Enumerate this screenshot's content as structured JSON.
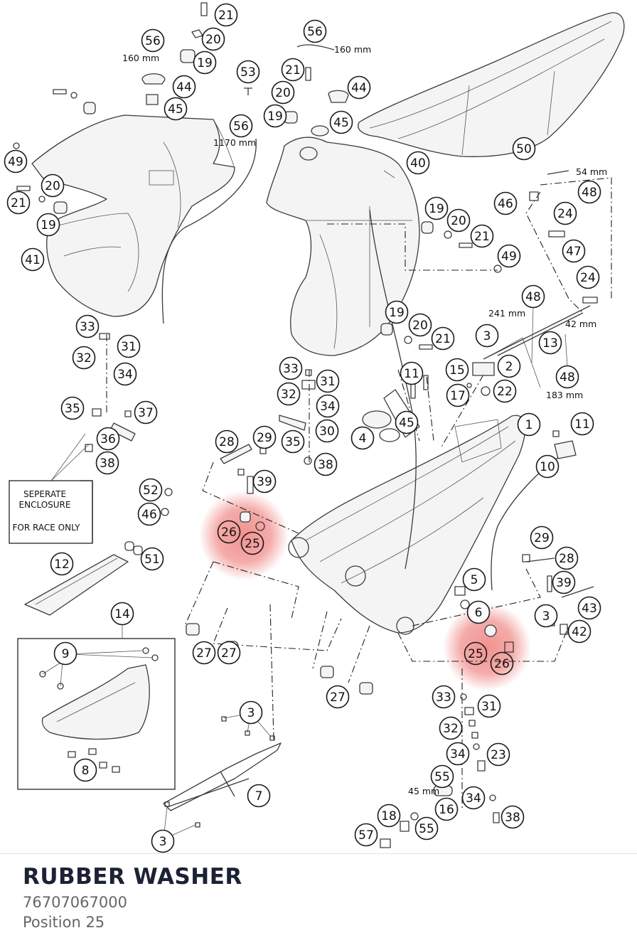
{
  "diagram": {
    "callouts": [
      "21",
      "20",
      "19",
      "56",
      "44",
      "45",
      "53",
      "56",
      "21",
      "20",
      "19",
      "44",
      "45",
      "50",
      "49",
      "20",
      "21",
      "19",
      "41",
      "56",
      "40",
      "19",
      "20",
      "21",
      "49",
      "46",
      "48",
      "24",
      "47",
      "24",
      "48",
      "13",
      "48",
      "3",
      "2",
      "15",
      "17",
      "22",
      "19",
      "20",
      "21",
      "11",
      "1",
      "11",
      "10",
      "4",
      "45",
      "33",
      "31",
      "32",
      "34",
      "35",
      "30",
      "38",
      "28",
      "29",
      "39",
      "33",
      "31",
      "32",
      "34",
      "35",
      "37",
      "36",
      "38",
      "52",
      "46",
      "26",
      "25",
      "12",
      "51",
      "14",
      "9",
      "8",
      "27",
      "27",
      "27",
      "29",
      "28",
      "39",
      "5",
      "6",
      "43",
      "3",
      "42",
      "25",
      "26",
      "33",
      "31",
      "32",
      "34",
      "23",
      "55",
      "34",
      "16",
      "38",
      "18",
      "55",
      "57",
      "3",
      "7",
      "3"
    ],
    "dimensions": [
      "160 mm",
      "160 mm",
      "1170 mm",
      "54 mm",
      "241 mm",
      "42 mm",
      "183 mm",
      "45 mm"
    ],
    "notice_box": [
      "SEPERATE",
      "ENCLOSURE",
      "FOR RACE ONLY"
    ],
    "highlight_color": "#e53935"
  },
  "part": {
    "title": "RUBBER WASHER",
    "number": "76707067000",
    "position": "Position 25"
  }
}
